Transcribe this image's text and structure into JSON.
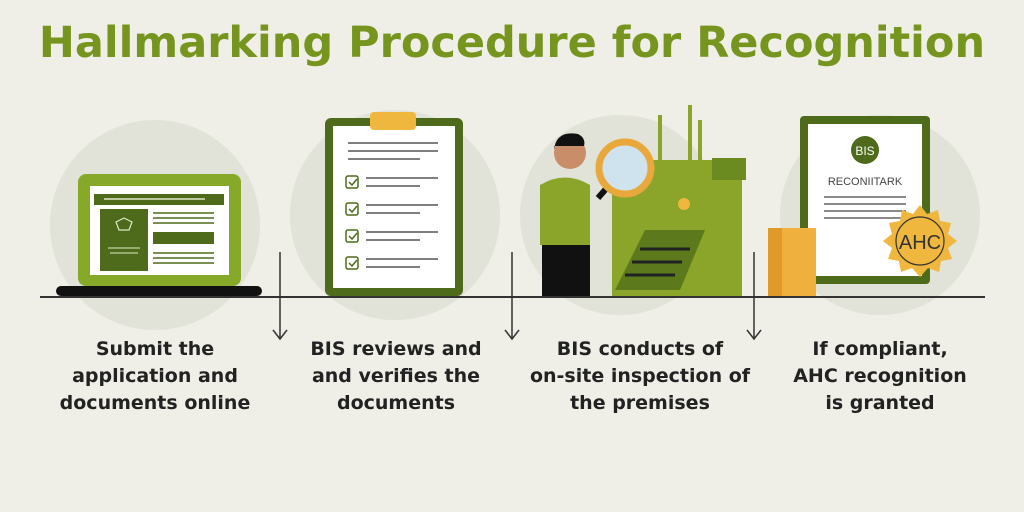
{
  "title": "Hallmarking Procedure for Recognition",
  "colors": {
    "accent": "#76951f",
    "dark_green": "#4d6b1a",
    "gold": "#e8b040",
    "background": "#efeee7"
  },
  "steps": [
    {
      "icon": "laptop-icon",
      "lines": [
        "Submit the",
        "application and",
        "documents online"
      ]
    },
    {
      "icon": "clipboard-checklist-icon",
      "lines": [
        "BIS reviews and",
        "and verifies the",
        "documents"
      ]
    },
    {
      "icon": "inspector-magnifier-icon",
      "lines": [
        "BIS conducts of",
        "on-site inspection of",
        "the premises"
      ]
    },
    {
      "icon": "certificate-seal-icon",
      "lines": [
        "If compliant,",
        "AHC recognition",
        "is granted"
      ]
    }
  ],
  "certificate": {
    "logo": "BIS",
    "heading": "RECONIITARK",
    "seal": "AHC"
  }
}
